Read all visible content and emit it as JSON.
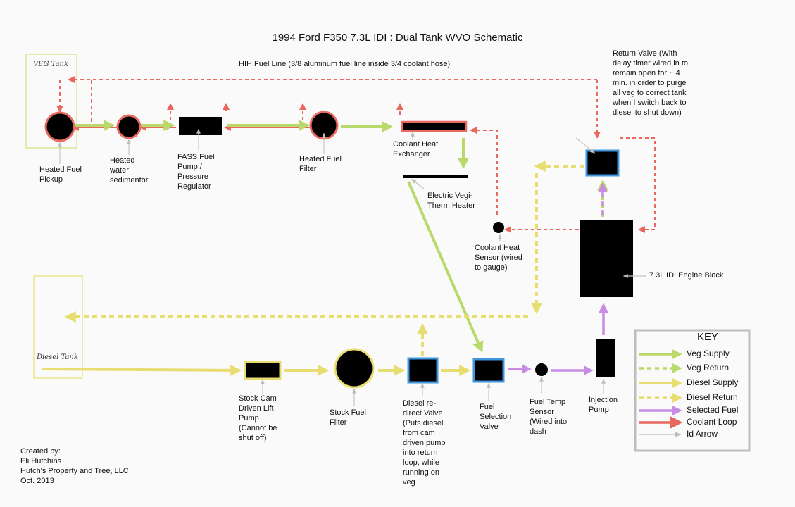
{
  "title": "1994 Ford F350 7.3L IDI : Dual Tank WVO Schematic",
  "colors": {
    "veg": "#b9da6a",
    "diesel": "#e8dd70",
    "selected": "#c88be6",
    "coolant": "#e8675e",
    "id_arrow": "#c4c4c4",
    "tank_border": "#d4e27a",
    "filter_red_border": "#ea6a60",
    "valve_blue_border": "#3f95de",
    "component": "#000000"
  },
  "tanks": {
    "veg": "VEG Tank",
    "diesel": "Diesel Tank"
  },
  "labels": {
    "hih_line": "HIH Fuel Line (3/8 aluminum fuel line inside 3/4 coolant hose)",
    "return_valve": [
      "Return Valve (With",
      "delay timer wired in to",
      "remain open for ~ 4",
      "min. in order to purge",
      "all veg to correct tank",
      "when I switch back to",
      "diesel to shut down)"
    ],
    "heated_pickup": [
      "Heated Fuel",
      "Pickup"
    ],
    "heated_sedimentor": [
      "Heated",
      "water",
      "sedimentor"
    ],
    "fass_pump": [
      "FASS Fuel",
      "Pump /",
      "Pressure",
      "Regulator"
    ],
    "heated_filter": [
      "Heated Fuel",
      "Filter"
    ],
    "coolant_exchanger": [
      "Coolant Heat",
      "Exchanger"
    ],
    "vegitherm": [
      "Electric Vegi-",
      "Therm Heater"
    ],
    "coolant_sensor": [
      "Coolant Heat",
      "Sensor (wired",
      "to gauge)"
    ],
    "engine_block": "7.3L IDI Engine Block",
    "lift_pump": [
      "Stock Cam",
      "Driven Lift",
      "Pump",
      "(Cannot be",
      "shut off)"
    ],
    "stock_filter": [
      "Stock Fuel",
      "Filter"
    ],
    "redirect_valve": [
      "Diesel re-",
      "direct Valve",
      "(Puts diesel",
      "from cam",
      "driven pump",
      "into return",
      "loop, while",
      "running on",
      "veg"
    ],
    "selection_valve": [
      "Fuel",
      "Selection",
      "Valve"
    ],
    "fuel_temp": [
      "Fuel Temp",
      "Sensor",
      "(Wired into",
      "dash"
    ],
    "injection_pump": [
      "Injection",
      "Pump"
    ]
  },
  "credits": [
    "Created by:",
    "Eli Hutchins",
    "Hutch's Property and Tree, LLC",
    "Oct. 2013"
  ],
  "key": {
    "title": "KEY",
    "items": [
      {
        "label": "Veg Supply",
        "kind": "veg",
        "dashed": false
      },
      {
        "label": "Veg Return",
        "kind": "veg",
        "dashed": true
      },
      {
        "label": "Diesel Supply",
        "kind": "diesel",
        "dashed": false
      },
      {
        "label": "Diesel Return",
        "kind": "diesel",
        "dashed": true
      },
      {
        "label": "Selected Fuel",
        "kind": "selected",
        "dashed": false
      },
      {
        "label": "Coolant Loop",
        "kind": "coolant",
        "dashed": false
      },
      {
        "label": "Id Arrow",
        "kind": "id_arrow",
        "dashed": false
      }
    ]
  }
}
